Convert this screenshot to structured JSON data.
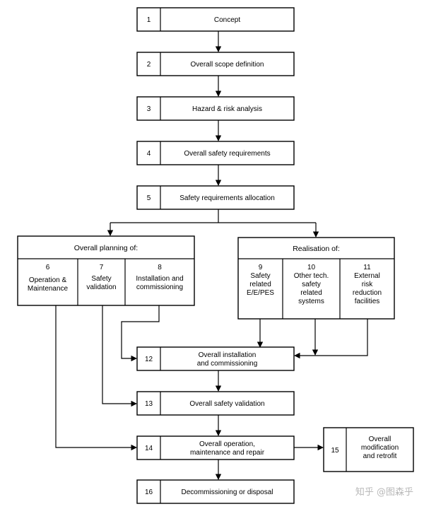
{
  "steps": [
    {
      "num": "1",
      "label": "Concept"
    },
    {
      "num": "2",
      "label": "Overall scope definition"
    },
    {
      "num": "3",
      "label": "Hazard & risk analysis"
    },
    {
      "num": "4",
      "label": "Overall safety requirements"
    },
    {
      "num": "5",
      "label": "Safety requirements allocation"
    }
  ],
  "planning": {
    "header": "Overall planning of:",
    "items": [
      {
        "num": "6",
        "lines": [
          "Operation &",
          "Maintenance"
        ]
      },
      {
        "num": "7",
        "lines": [
          "Safety",
          "validation"
        ]
      },
      {
        "num": "8",
        "lines": [
          "Installation and",
          "commissioning"
        ]
      }
    ]
  },
  "realisation": {
    "header": "Realisation of:",
    "items": [
      {
        "num": "9",
        "lines": [
          "Safety",
          "related",
          "E/E/PES"
        ]
      },
      {
        "num": "10",
        "lines": [
          "Other tech.",
          "safety",
          "related",
          "systems"
        ]
      },
      {
        "num": "11",
        "lines": [
          "External",
          "risk",
          "reduction",
          "facilities"
        ]
      }
    ]
  },
  "lower_steps": [
    {
      "num": "12",
      "lines": [
        "Overall installation",
        "and commissioning"
      ]
    },
    {
      "num": "13",
      "lines": [
        "Overall safety validation"
      ]
    },
    {
      "num": "14",
      "lines": [
        "Overall operation,",
        "maintenance and repair"
      ]
    },
    {
      "num": "16",
      "lines": [
        "Decommissioning or disposal"
      ]
    }
  ],
  "side_step": {
    "num": "15",
    "lines": [
      "Overall",
      "modification",
      "and retrofit"
    ]
  },
  "watermark": "知乎 @图森乎"
}
